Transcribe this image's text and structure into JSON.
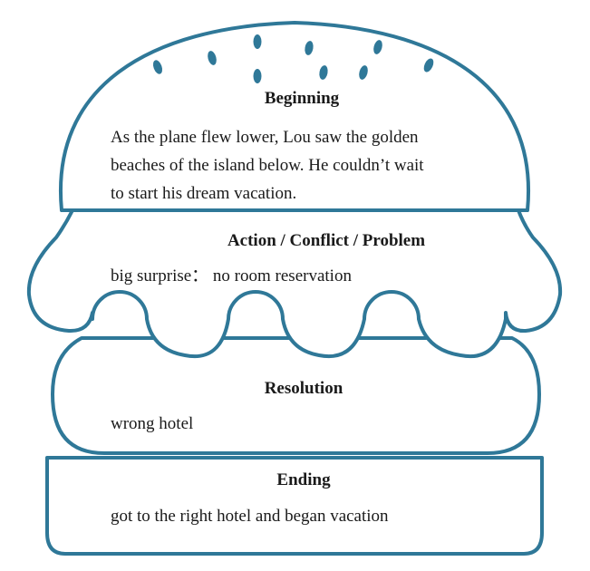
{
  "colors": {
    "outline": "#2f7898",
    "seed": "#2f7898",
    "text": "#1a1a1a",
    "fill": "#ffffff"
  },
  "sections": {
    "beginning": {
      "heading": "Beginning",
      "lines": [
        "As the plane flew lower, Lou saw the golden",
        "beaches of the island below. He couldn’t wait",
        "to start his dream vacation."
      ]
    },
    "action": {
      "heading": "Action / Conflict / Problem",
      "text": "big surprise： no room reservation"
    },
    "resolution": {
      "heading": "Resolution",
      "text": "wrong hotel"
    },
    "ending": {
      "heading": "Ending",
      "text": "got to the right hotel and began vacation"
    }
  }
}
